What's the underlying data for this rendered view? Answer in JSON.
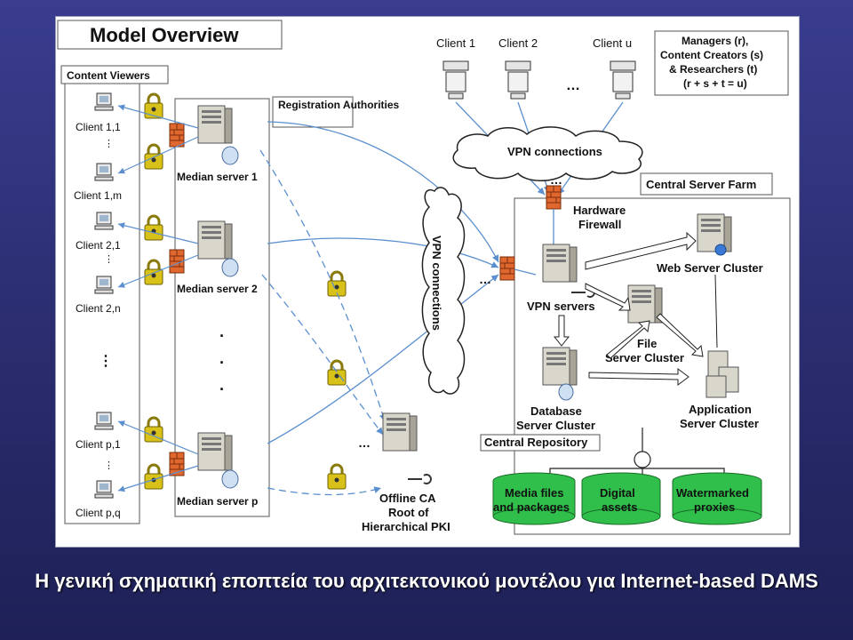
{
  "title": "Model Overview",
  "content_viewers": {
    "label": "Content Viewers",
    "clients": [
      "Client 1,1",
      "Client 1,m",
      "Client 2,1",
      "Client 2,n",
      "Client p,1",
      "Client p,q"
    ],
    "ellipsis": "⋮"
  },
  "median_servers": [
    "Median server 1",
    "Median server 2",
    "Median server p"
  ],
  "registration_authorities": "Registration Authorities",
  "top_clients": [
    "Client 1",
    "Client 2",
    "Client u"
  ],
  "managers_box": [
    "Managers (r),",
    "Content Creators (s)",
    "& Researchers (t)",
    "(r + s + t = u)"
  ],
  "vpn_top": "VPN connections",
  "vpn_vertical": "VPN connections",
  "central_server_farm": "Central Server Farm",
  "hardware_firewall": [
    "Hardware",
    "Firewall"
  ],
  "vpn_servers": "VPN servers",
  "web_server_cluster": "Web Server Cluster",
  "file_server_cluster": [
    "File",
    "Server Cluster"
  ],
  "database_server_cluster": [
    "Database",
    "Server Cluster"
  ],
  "application_server_cluster": [
    "Application",
    "Server Cluster"
  ],
  "central_repository": "Central Repository",
  "repositories": [
    [
      "Media files",
      "and packages"
    ],
    [
      "Digital",
      "assets"
    ],
    [
      "Watermarked",
      "proxies"
    ]
  ],
  "offline_ca": [
    "Offline CA",
    "Root of",
    "Hierarchical PKI"
  ],
  "dots_h": "…",
  "dots_v": "·",
  "caption": "Η γενική σχηματική εποπτεία του αρχιτεκτονικού μοντέλου για Internet-based DAMS",
  "colors": {
    "repository_fill": "#2fbf4a",
    "link_blue": "#5b8fcf",
    "firewall": "#e0672e",
    "lock": "#d8c21a"
  }
}
